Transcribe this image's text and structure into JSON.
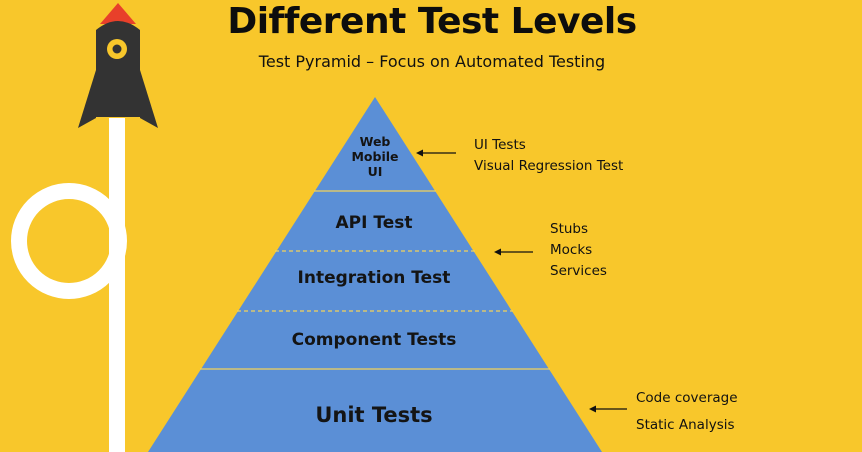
{
  "title": "Different Test Levels",
  "subtitle": "Test Pyramid – Focus on Automated Testing",
  "pyramid": {
    "levels": [
      {
        "lines": [
          "Web",
          "Mobile",
          "UI"
        ]
      },
      {
        "label": "API Test"
      },
      {
        "label": "Integration Test"
      },
      {
        "label": "Component Tests"
      },
      {
        "label": "Unit Tests"
      }
    ]
  },
  "annotations": {
    "ui": [
      "UI Tests",
      "Visual Regression Test"
    ],
    "integration": [
      "Stubs",
      "Mocks",
      "Services"
    ],
    "unit": [
      "Code coverage",
      "Static Analysis"
    ]
  },
  "colors": {
    "background": "#f8c72b",
    "pyramid_fill": "#5b8fd6",
    "divider": "#f3d25a",
    "rocket_body": "#333333",
    "rocket_tip": "#e8402a",
    "rocket_window": "#f8c72b",
    "trail": "#ffffff"
  },
  "icons": {
    "rocket": "rocket-icon"
  }
}
